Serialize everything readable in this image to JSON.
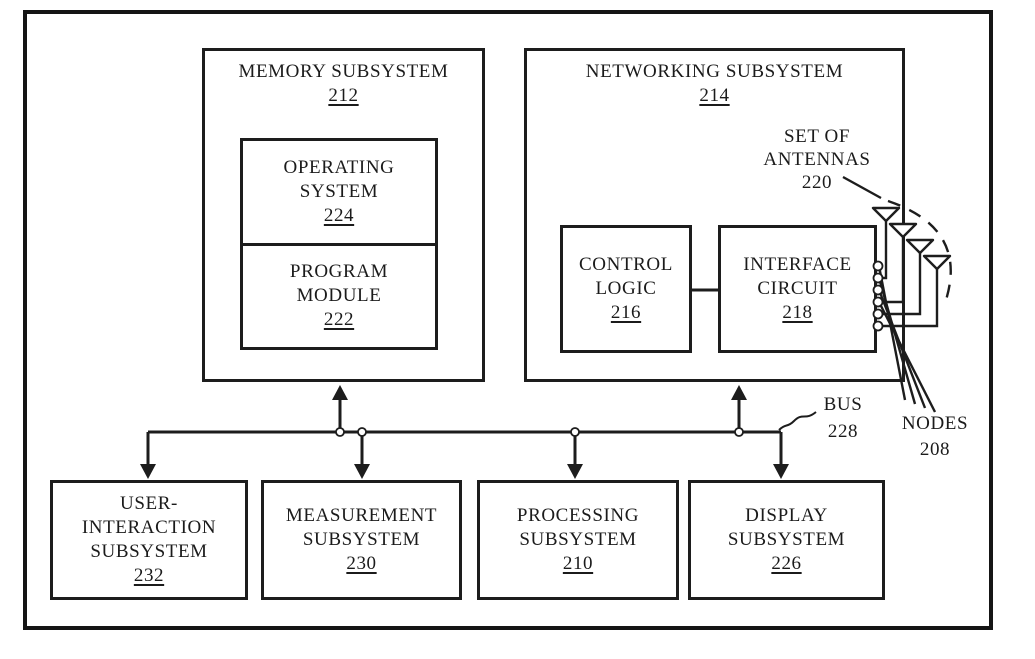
{
  "diagram": {
    "memory_subsystem": {
      "title": "MEMORY SUBSYSTEM",
      "ref": "212"
    },
    "operating_system": {
      "line1": "OPERATING",
      "line2": "SYSTEM",
      "ref": "224"
    },
    "program_module": {
      "line1": "PROGRAM",
      "line2": "MODULE",
      "ref": "222"
    },
    "networking_subsystem": {
      "title": "NETWORKING SUBSYSTEM",
      "ref": "214"
    },
    "control_logic": {
      "line1": "CONTROL",
      "line2": "LOGIC",
      "ref": "216"
    },
    "interface_circuit": {
      "line1": "INTERFACE",
      "line2": "CIRCUIT",
      "ref": "218"
    },
    "set_of_antennas": {
      "line1": "SET OF",
      "line2": "ANTENNAS",
      "ref": "220"
    },
    "bus": {
      "label": "BUS",
      "ref": "228"
    },
    "nodes": {
      "label": "NODES",
      "ref": "208"
    },
    "user_interaction_subsystem": {
      "line1": "USER-",
      "line2": "INTERACTION",
      "line3": "SUBSYSTEM",
      "ref": "232"
    },
    "measurement_subsystem": {
      "line1": "MEASUREMENT",
      "line2": "SUBSYSTEM",
      "ref": "230"
    },
    "processing_subsystem": {
      "line1": "PROCESSING",
      "line2": "SUBSYSTEM",
      "ref": "210"
    },
    "display_subsystem": {
      "line1": "DISPLAY",
      "line2": "SUBSYSTEM",
      "ref": "226"
    },
    "colors": {
      "line": "#1d1d1d",
      "background": "#ffffff"
    }
  }
}
